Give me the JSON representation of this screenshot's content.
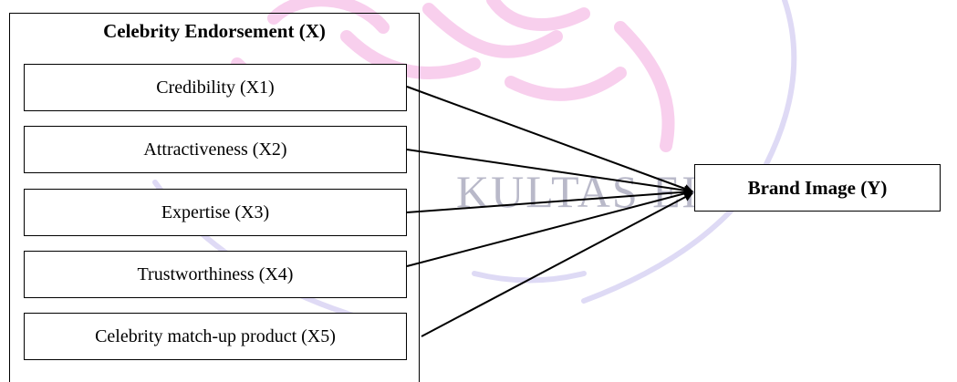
{
  "group": {
    "title": "Celebrity Endorsement (X)"
  },
  "items": [
    {
      "label": "Credibility (X1)"
    },
    {
      "label": "Attractiveness (X2)"
    },
    {
      "label": "Expertise (X3)"
    },
    {
      "label": "Trustworthiness (X4)"
    },
    {
      "label": "Celebrity match-up product (X5)"
    }
  ],
  "target": {
    "label": "Brand Image (Y)"
  },
  "watermark": {
    "text": "KULTAS EKON",
    "color": "#b9b9c9"
  },
  "colors": {
    "background": "#ffffff",
    "stroke": "#000000",
    "watermark_seal": "#f3a9e0"
  }
}
